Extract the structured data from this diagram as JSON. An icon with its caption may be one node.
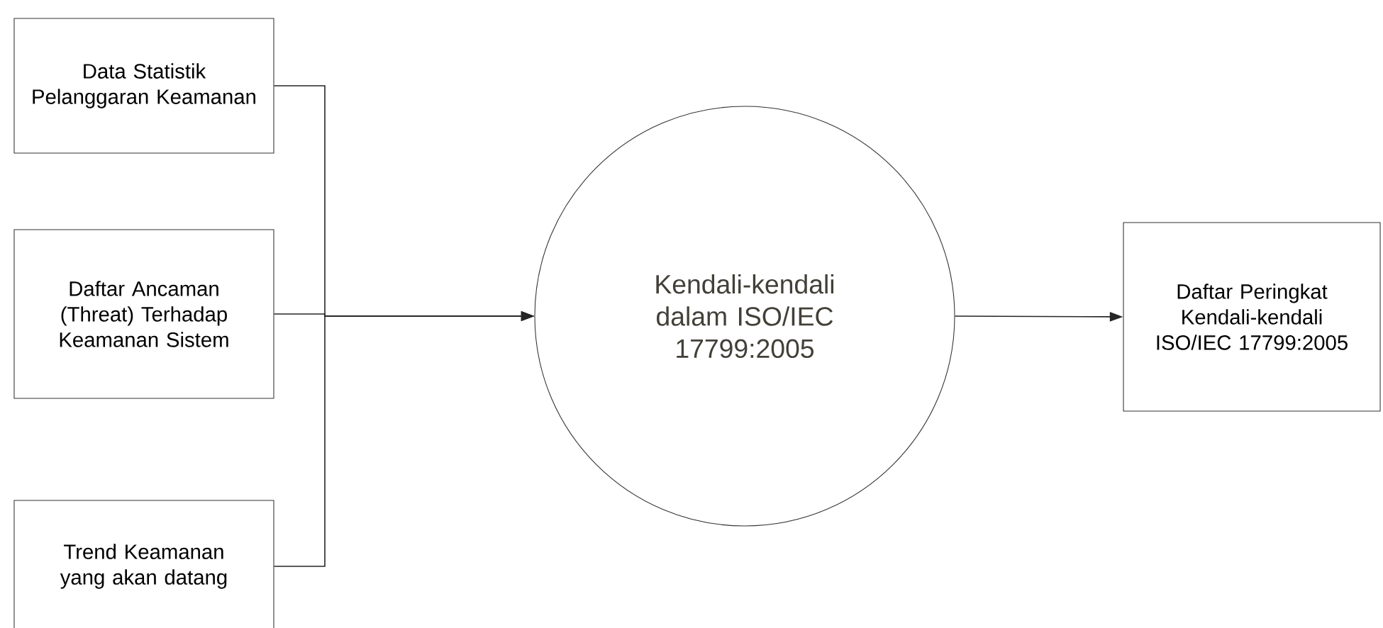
{
  "diagram": {
    "nodes": [
      {
        "text": [
          "Data Statistik Pelanggaran Keamanan"
        ]
      },
      {
        "text": [
          "Daftar Ancaman (Threat) Terhadap Keamanan Sistem"
        ]
      },
      {
        "text": [
          "Trend Keamanan yang akan datang"
        ]
      },
      {
        "text": [
          "Kendali-kendali dalam ISO/IEC 17799:2005"
        ]
      },
      {
        "text": [
          "Daftar Peringkat Kendali-kendali ISO/IEC 17799:2005"
        ]
      }
    ],
    "edges": [
      {
        "from": 0,
        "to": 3,
        "arrow": "to"
      },
      {
        "from": 1,
        "to": 3,
        "arrow": "to"
      },
      {
        "from": 2,
        "to": 3,
        "arrow": "to"
      },
      {
        "from": 3,
        "to": 4,
        "arrow": "to"
      }
    ]
  }
}
